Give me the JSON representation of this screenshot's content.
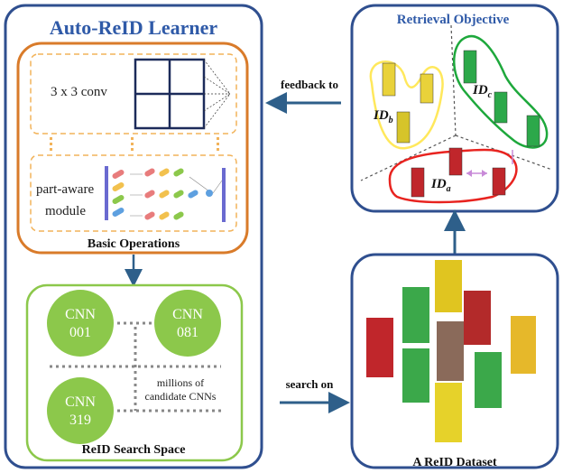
{
  "learner_title": "Auto-ReID Learner",
  "basic_ops": {
    "conv_label": "3 x 3 conv",
    "part_label_line1": "part-aware",
    "part_label_line2": "module",
    "caption": "Basic Operations"
  },
  "search_space": {
    "cnn_a": [
      "CNN",
      "001"
    ],
    "cnn_b": [
      "CNN",
      "081"
    ],
    "cnn_c": [
      "CNN",
      "319"
    ],
    "millions_line1": "millions of",
    "millions_line2": "candidate CNNs",
    "caption": "ReID Search Space"
  },
  "feedback_label": "feedback to",
  "search_label": "search on",
  "retrieval": {
    "title": "Retrieval Objective",
    "id_b": "ID",
    "id_b_sub": "b",
    "id_c": "ID",
    "id_c_sub": "c",
    "id_a": "ID",
    "id_a_sub": "a"
  },
  "dataset_caption": "A ReID Dataset",
  "colors": {
    "frame_blue": "#2f4f8f",
    "orange": "#d97b2a",
    "green_frame": "#8cc84b",
    "cnn_green": "#8cc84b",
    "arrow_blue": "#2e5f8a",
    "yellow_group": "#ffe85c",
    "green_group": "#1ea83c",
    "red_group": "#e8231f"
  }
}
